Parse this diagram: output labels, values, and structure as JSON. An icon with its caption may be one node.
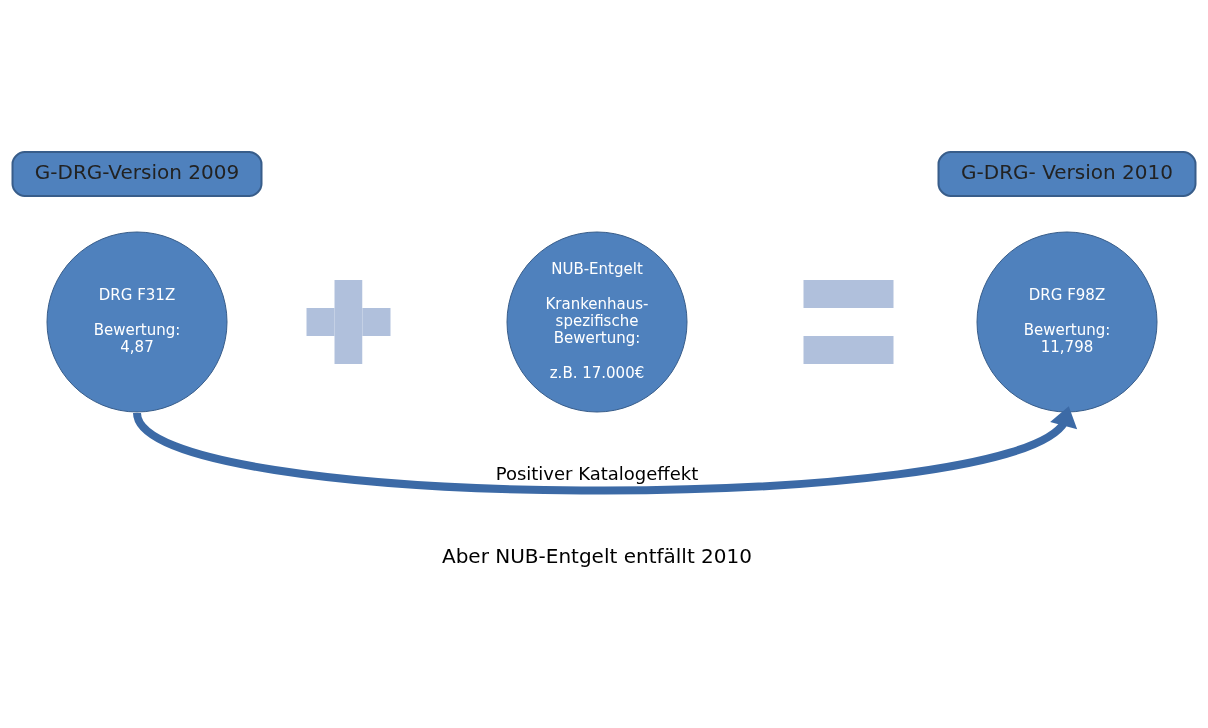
{
  "diagram": {
    "nodes": [
      {
        "text": [
          "G-DRG-Version 2009"
        ]
      },
      {
        "text": [
          "G-DRG- Version 2010"
        ]
      },
      {
        "text": [
          "DRG F31Z",
          "Bewertung: 4,87"
        ]
      },
      {
        "text": [],
        "shape": "plus"
      },
      {
        "text": [
          "NUB-Entgelt",
          "Krankenhaus- spezifische Bewertung:",
          "z.B. 17.000€"
        ]
      },
      {
        "text": [],
        "shape": "equals"
      },
      {
        "text": [
          "DRG F98Z",
          "Bewertung: 11,798"
        ]
      }
    ],
    "edges": [
      {
        "from": 2,
        "to": 6,
        "arrow": "to",
        "label": "Positiver Katalogeffekt"
      }
    ],
    "labels": [
      "Aber NUB-Entgelt entfällt 2010"
    ]
  }
}
